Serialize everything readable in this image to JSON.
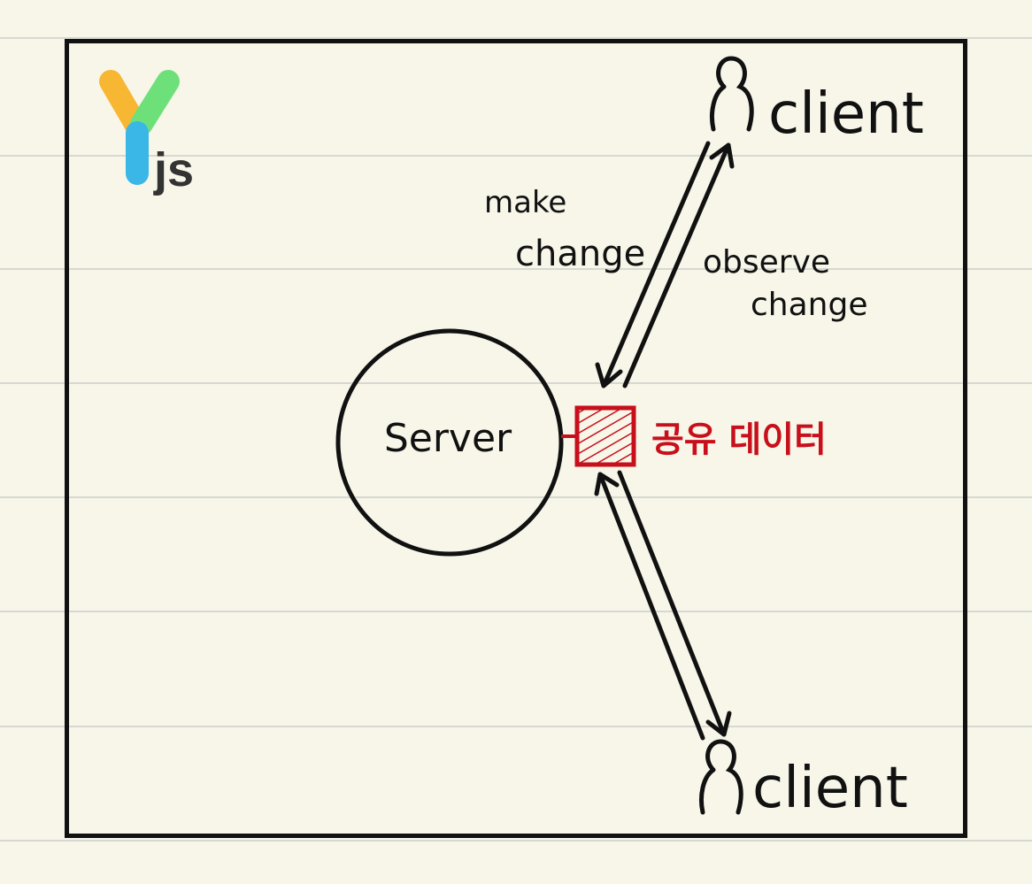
{
  "logo": {
    "text": "js",
    "colors": {
      "yellow": "#f7b733",
      "green": "#6ee07a",
      "blue": "#3ab7e6",
      "text": "#333333"
    }
  },
  "server": {
    "label": "Server"
  },
  "shared_data": {
    "label": "공유 데이터",
    "color": "#c8101c"
  },
  "clients": {
    "top": {
      "label": "client"
    },
    "bottom": {
      "label": "client"
    }
  },
  "annotations": {
    "make_change_line1": "make",
    "make_change_line2": "change",
    "observe_change_line1": "observe",
    "observe_change_line2": "change"
  }
}
